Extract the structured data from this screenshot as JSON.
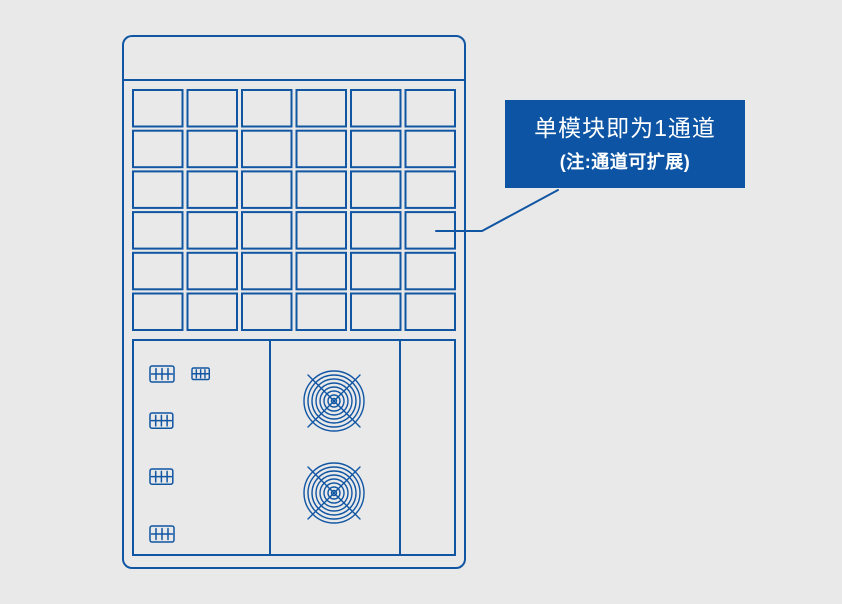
{
  "background_color": "#e9e9e9",
  "diagram": {
    "stroke_color": "#1156a3",
    "module_grid": {
      "rows": 6,
      "cols": 6
    },
    "fan_count": 2,
    "connector_count": 5
  },
  "callout": {
    "bg_color": "#0d55a4",
    "text_color": "#ffffff",
    "line1": "单模块即为1通道",
    "line2": "(注:通道可扩展)"
  }
}
